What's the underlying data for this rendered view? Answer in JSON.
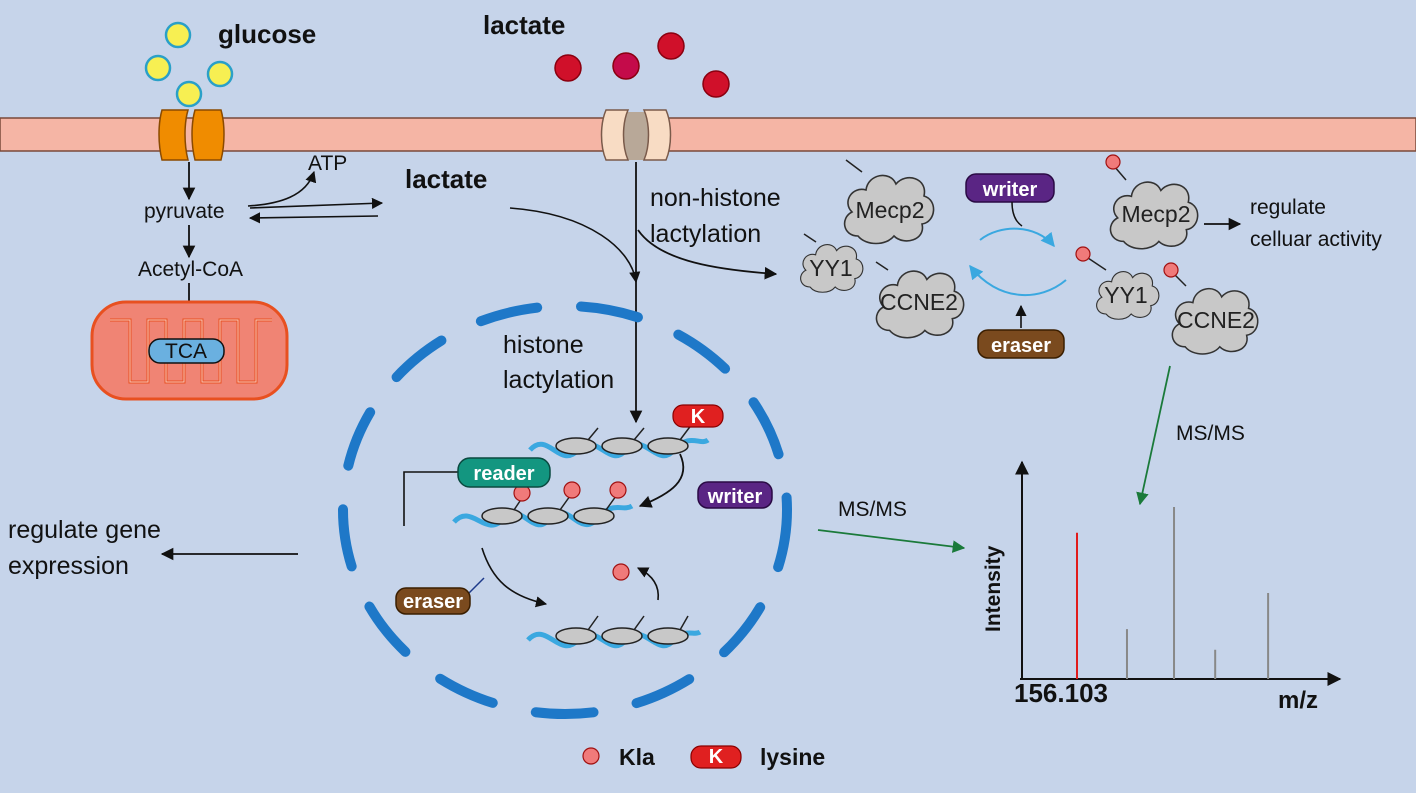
{
  "labels": {
    "glucose": "glucose",
    "lactate_outside": "lactate",
    "lactate_inside": "lactate",
    "atp": "ATP",
    "pyruvate": "pyruvate",
    "acetyl_coa": "Acetyl-CoA",
    "tca": "TCA",
    "non_histone_line1": "non-histone",
    "non_histone_line2": "lactylation",
    "histone_line1": "histone",
    "histone_line2": "lactylation",
    "regulate_gene_line1": "regulate gene",
    "regulate_gene_line2": "expression",
    "regulate_cell_line1": "regulate",
    "regulate_cell_line2": "celluar activity",
    "msms_left": "MS/MS",
    "msms_right": "MS/MS"
  },
  "enzymes": {
    "reader": "reader",
    "writer_nucleus": "writer",
    "eraser_nucleus": "eraser",
    "writer_cycle": "writer",
    "eraser_cycle": "eraser",
    "lysine_badge": "K"
  },
  "proteins": {
    "mecp2_left": "Mecp2",
    "yy1_left": "YY1",
    "ccne2_left": "CCNE2",
    "mecp2_right": "Mecp2",
    "yy1_right": "YY1",
    "ccne2_right": "CCNE2"
  },
  "spectrum": {
    "ylabel": "Intensity",
    "xlabel": "m/z",
    "highlight_mz": "156.103",
    "peaks": [
      {
        "relative_mz": 0.0,
        "intensity": 0.85,
        "color": "#e11b1b"
      },
      {
        "relative_mz": 0.17,
        "intensity": 0.29,
        "color": "#888888"
      },
      {
        "relative_mz": 0.33,
        "intensity": 1.0,
        "color": "#888888"
      },
      {
        "relative_mz": 0.47,
        "intensity": 0.17,
        "color": "#888888"
      },
      {
        "relative_mz": 0.65,
        "intensity": 0.5,
        "color": "#888888"
      }
    ]
  },
  "legend": {
    "kla": "Kla",
    "lysine_badge": "K",
    "lysine": "lysine"
  },
  "colors": {
    "background": "#c6d4ea",
    "membrane": "#f5b5a5",
    "glucose_transporter": "#f08c00",
    "lactate_transporter": "#f8dcc4",
    "glucose": "#f7ef52",
    "lactate": "#d0102a",
    "kla": "#f07a7a",
    "mitochondria": "#f08474",
    "nucleus": "#1e78c8",
    "dna": "#3aa8e0",
    "protein": "#c8c8c8",
    "writer": "#5a2584",
    "eraser": "#7a4a1e",
    "reader": "#139680",
    "lysine": "#e02020",
    "ms_arrow": "#1a7a3a"
  }
}
